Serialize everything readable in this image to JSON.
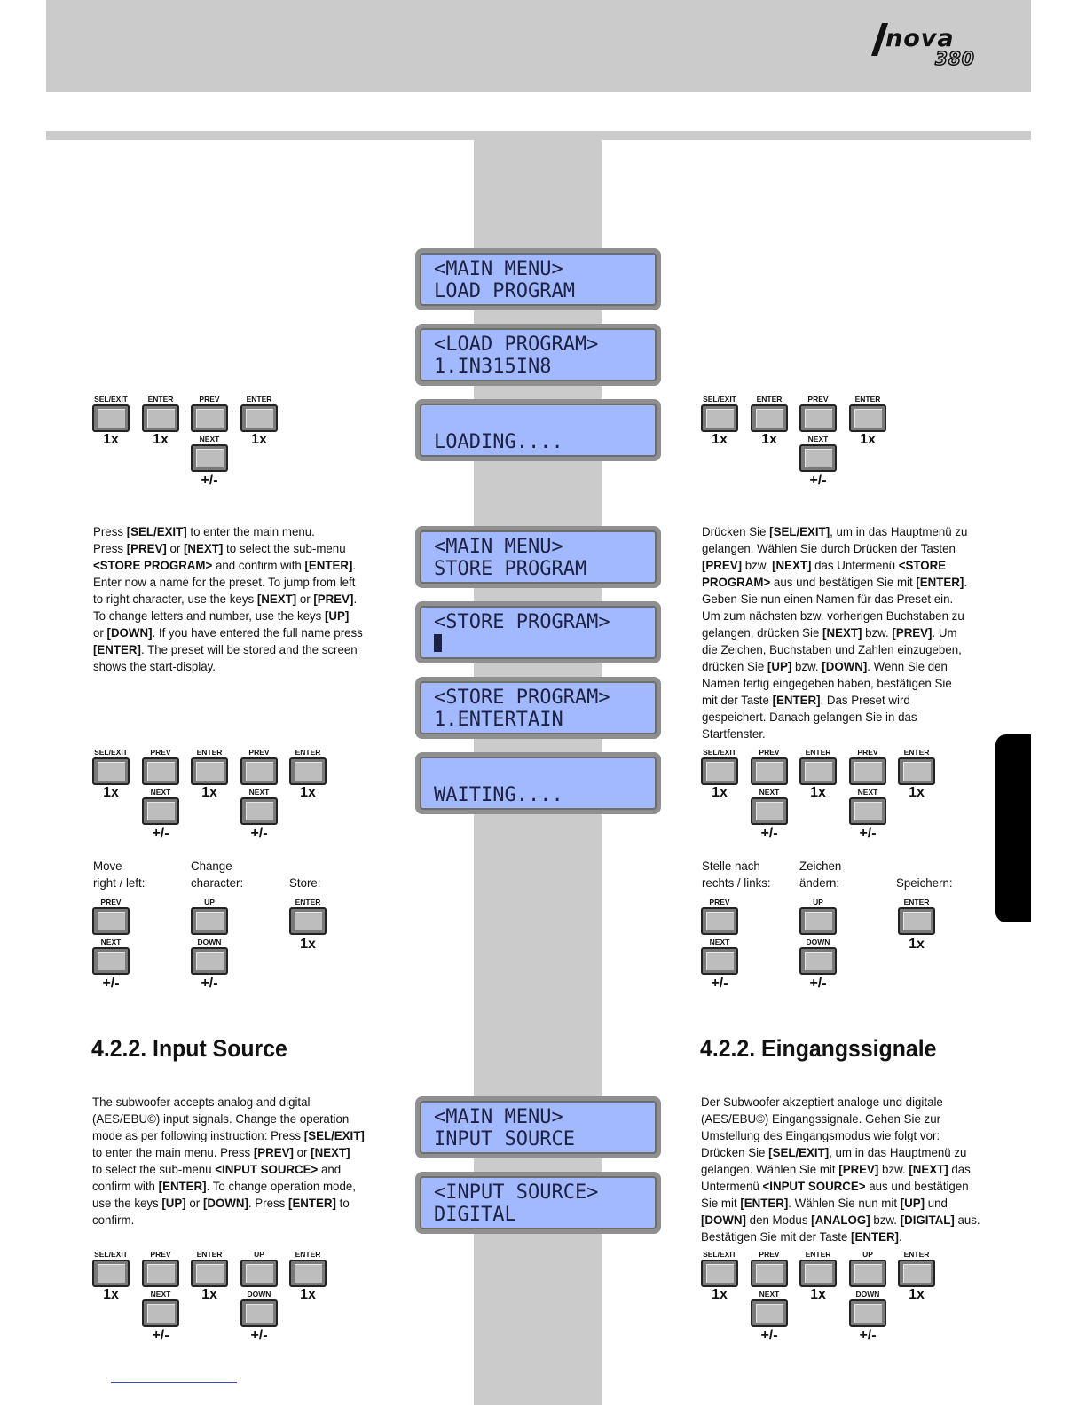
{
  "logo": {
    "brand": "nova",
    "model": "380"
  },
  "lcd": {
    "d1": [
      "<MAIN MENU>",
      "LOAD PROGRAM"
    ],
    "d2": [
      "<LOAD PROGRAM>",
      "1.IN315IN8"
    ],
    "d3": [
      "",
      "LOADING...."
    ],
    "d4": [
      "<MAIN MENU>",
      "STORE PROGRAM"
    ],
    "d5": [
      "<STORE PROGRAM>",
      ""
    ],
    "d6": [
      "<STORE PROGRAM>",
      "1.ENTERTAIN"
    ],
    "d7": [
      "",
      "WAITING...."
    ],
    "d8": [
      "<MAIN MENU>",
      "INPUT SOURCE"
    ],
    "d9": [
      "<INPUT SOURCE>",
      "DIGITAL"
    ]
  },
  "keys": {
    "sel_exit": "SEL/EXIT",
    "enter": "ENTER",
    "prev": "PREV",
    "next": "NEXT",
    "up": "UP",
    "down": "DOWN",
    "once": "1x",
    "plus_minus": "+/-"
  },
  "labels": {
    "en": {
      "move_1": "Move",
      "move_2": "right / left:",
      "change_1": "Change",
      "change_2": "character:",
      "store": "Store:"
    },
    "de": {
      "move_1": "Stelle nach",
      "move_2": "rechts / links:",
      "change_1": "Zeichen",
      "change_2": "ändern:",
      "store": "Speichern:"
    }
  },
  "headings": {
    "en": "4.2.2. Input Source",
    "de": "4.2.2. Eingangssignale"
  },
  "text": {
    "en_store": [
      [
        "Press ",
        {
          "b": "[SEL/EXIT]"
        },
        " to enter the main menu."
      ],
      [
        "Press ",
        {
          "b": "[PREV]"
        },
        " or ",
        {
          "b": "[NEXT]"
        },
        " to select the sub-menu"
      ],
      [
        {
          "b": "<STORE PROGRAM>"
        },
        " and confirm with ",
        {
          "b": "[ENTER]"
        },
        "."
      ],
      [
        "Enter now a name for the preset. To jump from left"
      ],
      [
        "to right character, use the keys ",
        {
          "b": "[NEXT]"
        },
        " or ",
        {
          "b": "[PREV]"
        },
        "."
      ],
      [
        "To change letters and number, use the keys ",
        {
          "b": "[UP]"
        }
      ],
      [
        "or ",
        {
          "b": "[DOWN]"
        },
        ". If you have entered the full name press"
      ],
      [
        {
          "b": "[ENTER]"
        },
        ". The preset will be stored and the screen"
      ],
      [
        "shows the start-display."
      ]
    ],
    "de_store": [
      [
        "Drücken Sie ",
        {
          "b": "[SEL/EXIT]"
        },
        ", um in das Hauptmenü zu"
      ],
      [
        "gelangen. Wählen Sie durch Drücken der Tasten"
      ],
      [
        {
          "b": "[PREV]"
        },
        " bzw. ",
        {
          "b": "[NEXT]"
        },
        " das Untermenü ",
        {
          "b": "<STORE"
        }
      ],
      [
        {
          "b": "PROGRAM>"
        },
        " aus und bestätigen Sie mit ",
        {
          "b": "[ENTER]"
        },
        "."
      ],
      [
        "Geben Sie nun einen Namen für das Preset ein."
      ],
      [
        "Um zum nächsten bzw. vorherigen Buchstaben zu"
      ],
      [
        "gelangen, drücken Sie ",
        {
          "b": "[NEXT]"
        },
        " bzw. ",
        {
          "b": "[PREV]"
        },
        ". Um"
      ],
      [
        "die Zeichen, Buchstaben und Zahlen einzugeben,"
      ],
      [
        "drücken Sie ",
        {
          "b": "[UP]"
        },
        " bzw. ",
        {
          "b": "[DOWN]"
        },
        ". Wenn Sie den"
      ],
      [
        "Namen fertig eingegeben haben, bestätigen Sie"
      ],
      [
        "mit der Taste ",
        {
          "b": "[ENTER]"
        },
        ". Das Preset wird"
      ],
      [
        "gespeichert. Danach gelangen Sie in das"
      ],
      [
        "Startfenster."
      ]
    ],
    "en_input": [
      [
        "The subwoofer accepts analog and digital"
      ],
      [
        "(AES/EBU©) input signals. Change the operation"
      ],
      [
        "mode as per following instruction: Press ",
        {
          "b": "[SEL/EXIT]"
        }
      ],
      [
        "to enter the main menu. Press ",
        {
          "b": "[PREV]"
        },
        " or ",
        {
          "b": "[NEXT]"
        }
      ],
      [
        "to select the sub-menu ",
        {
          "b": "<INPUT SOURCE>"
        },
        " and"
      ],
      [
        "confirm with ",
        {
          "b": "[ENTER]"
        },
        ". To change operation mode,"
      ],
      [
        "use the keys ",
        {
          "b": "[UP]"
        },
        " or ",
        {
          "b": "[DOWN]"
        },
        ". Press ",
        {
          "b": "[ENTER]"
        },
        " to"
      ],
      [
        "confirm."
      ]
    ],
    "de_input": [
      [
        "Der Subwoofer akzeptiert analoge und digitale"
      ],
      [
        "(AES/EBU©) Eingangssignale. Gehen Sie zur"
      ],
      [
        "Umstellung des Eingangsmodus wie folgt vor:"
      ],
      [
        "Drücken Sie ",
        {
          "b": "[SEL/EXIT]"
        },
        ", um in das Hauptmenü zu"
      ],
      [
        "gelangen. Wählen Sie mit ",
        {
          "b": "[PREV]"
        },
        " bzw. ",
        {
          "b": "[NEXT]"
        },
        " das"
      ],
      [
        "Untermenü ",
        {
          "b": "<INPUT SOURCE>"
        },
        " aus und bestätigen"
      ],
      [
        "Sie mit ",
        {
          "b": "[ENTER]"
        },
        ". Wählen Sie nun mit ",
        {
          "b": "[UP]"
        },
        " und"
      ],
      [
        {
          "b": "[DOWN]"
        },
        " den Modus ",
        {
          "b": "[ANALOG]"
        },
        " bzw. ",
        {
          "b": "[DIGITAL]"
        },
        " aus."
      ],
      [
        "Bestätigen Sie mit der Taste ",
        {
          "b": "[ENTER]"
        },
        "."
      ]
    ]
  }
}
